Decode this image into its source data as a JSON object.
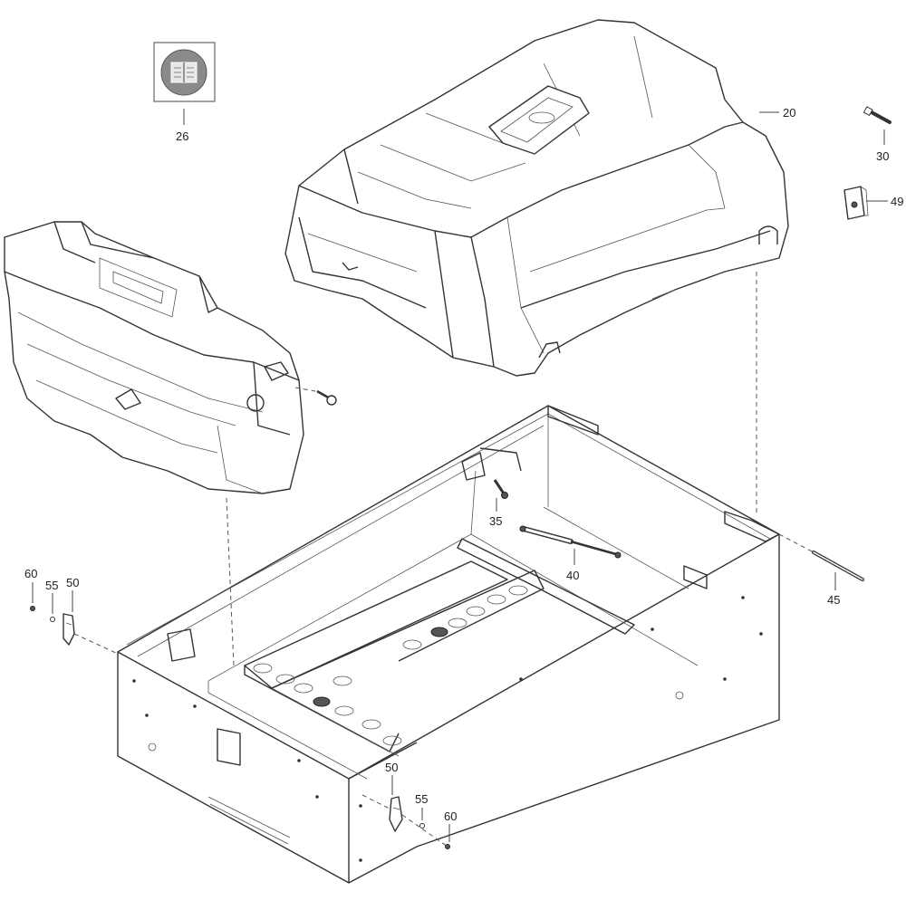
{
  "callouts": {
    "c20": "20",
    "c26": "26",
    "c30": "30",
    "c49": "49",
    "c35": "35",
    "c40": "40",
    "c45": "45",
    "c60a": "60",
    "c55a": "55",
    "c50a": "50",
    "c50b": "50",
    "c55b": "55",
    "c60b": "60"
  }
}
